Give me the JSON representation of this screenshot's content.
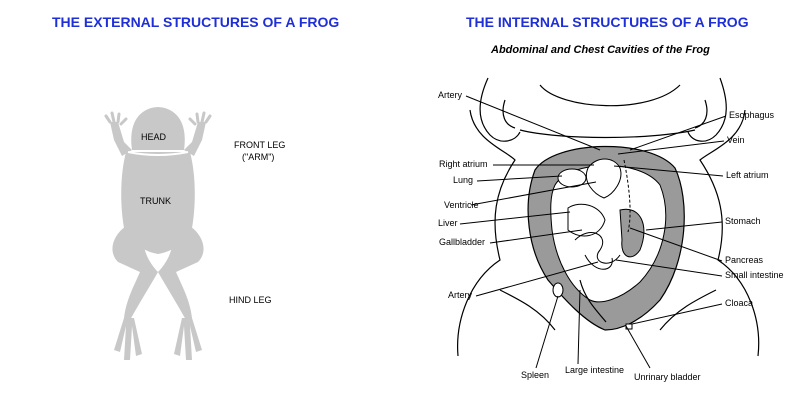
{
  "left": {
    "title": "THE EXTERNAL STRUCTURES OF A FROG",
    "labels": {
      "head": "HEAD",
      "trunk": "TRUNK",
      "front_leg_line1": "FRONT LEG",
      "front_leg_line2": "(\"ARM\")",
      "hind_leg": "HIND LEG"
    },
    "colors": {
      "frog_fill": "#c8c8c8",
      "title": "#1f2fd8"
    }
  },
  "right": {
    "title": "THE INTERNAL STRUCTURES OF A FROG",
    "subtitle": "Abdominal and Chest Cavities of the Frog",
    "labels": {
      "artery_top": "Artery",
      "esophagus": "Esophagus",
      "vein": "Vein",
      "right_atrium": "Right atrium",
      "left_atrium": "Left atrium",
      "lung": "Lung",
      "ventricle": "Ventricle",
      "liver": "Liver",
      "stomach": "Stomach",
      "gallbladder": "Gallbladder",
      "pancreas": "Pancreas",
      "small_intestine": "Small intestine",
      "artery_bottom": "Artery",
      "cloaca": "Cloaca",
      "spleen": "Spleen",
      "large_intestine": "Large intestine",
      "urinary_bladder": "Unrinary bladder"
    }
  }
}
